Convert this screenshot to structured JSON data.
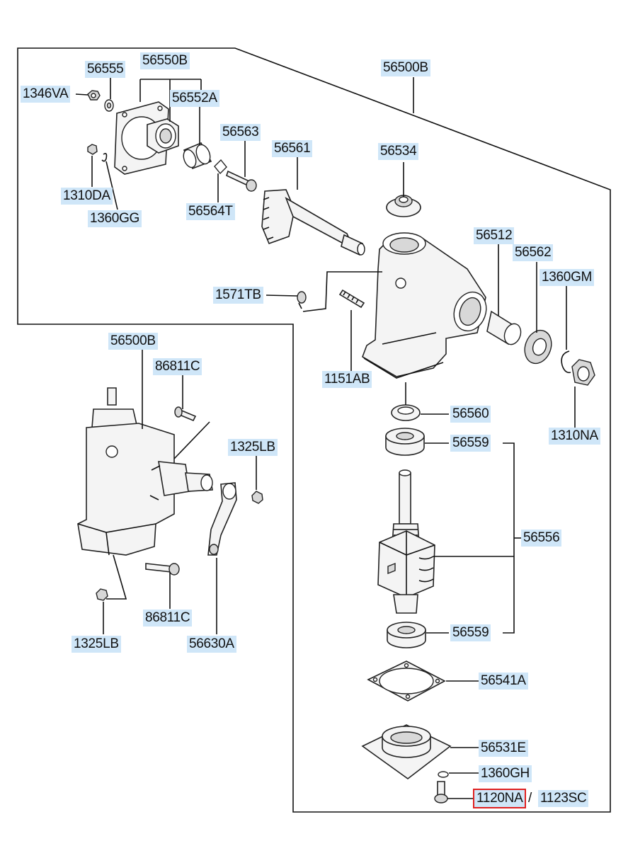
{
  "labels": {
    "p56555": "56555",
    "p56550B": "56550B",
    "p56500B_top": "56500B",
    "p1346VA": "1346VA",
    "p56552A": "56552A",
    "p56563": "56563",
    "p56561": "56561",
    "p56534": "56534",
    "p1310DA": "1310DA",
    "p1360GG": "1360GG",
    "p56564T": "56564T",
    "p56512": "56512",
    "p56562": "56562",
    "p1360GM": "1360GM",
    "p1571TB": "1571TB",
    "p1151AB": "1151AB",
    "p1310NA": "1310NA",
    "p56500B_left": "56500B",
    "p86811C_top": "86811C",
    "p1325LB_top": "1325LB",
    "p56560": "56560",
    "p56559_top": "56559",
    "p56556": "56556",
    "p86811C_bot": "86811C",
    "p1325LB_bot": "1325LB",
    "p56630A": "56630A",
    "p56559_bot": "56559",
    "p56541A": "56541A",
    "p56531E": "56531E",
    "p1360GH": "1360GH",
    "p1120NA": "1120NA",
    "slash": "/",
    "p1123SC": "1123SC"
  },
  "colors": {
    "label_bg": "#cfe6f8",
    "highlight": "#e02020",
    "line": "#111111"
  }
}
